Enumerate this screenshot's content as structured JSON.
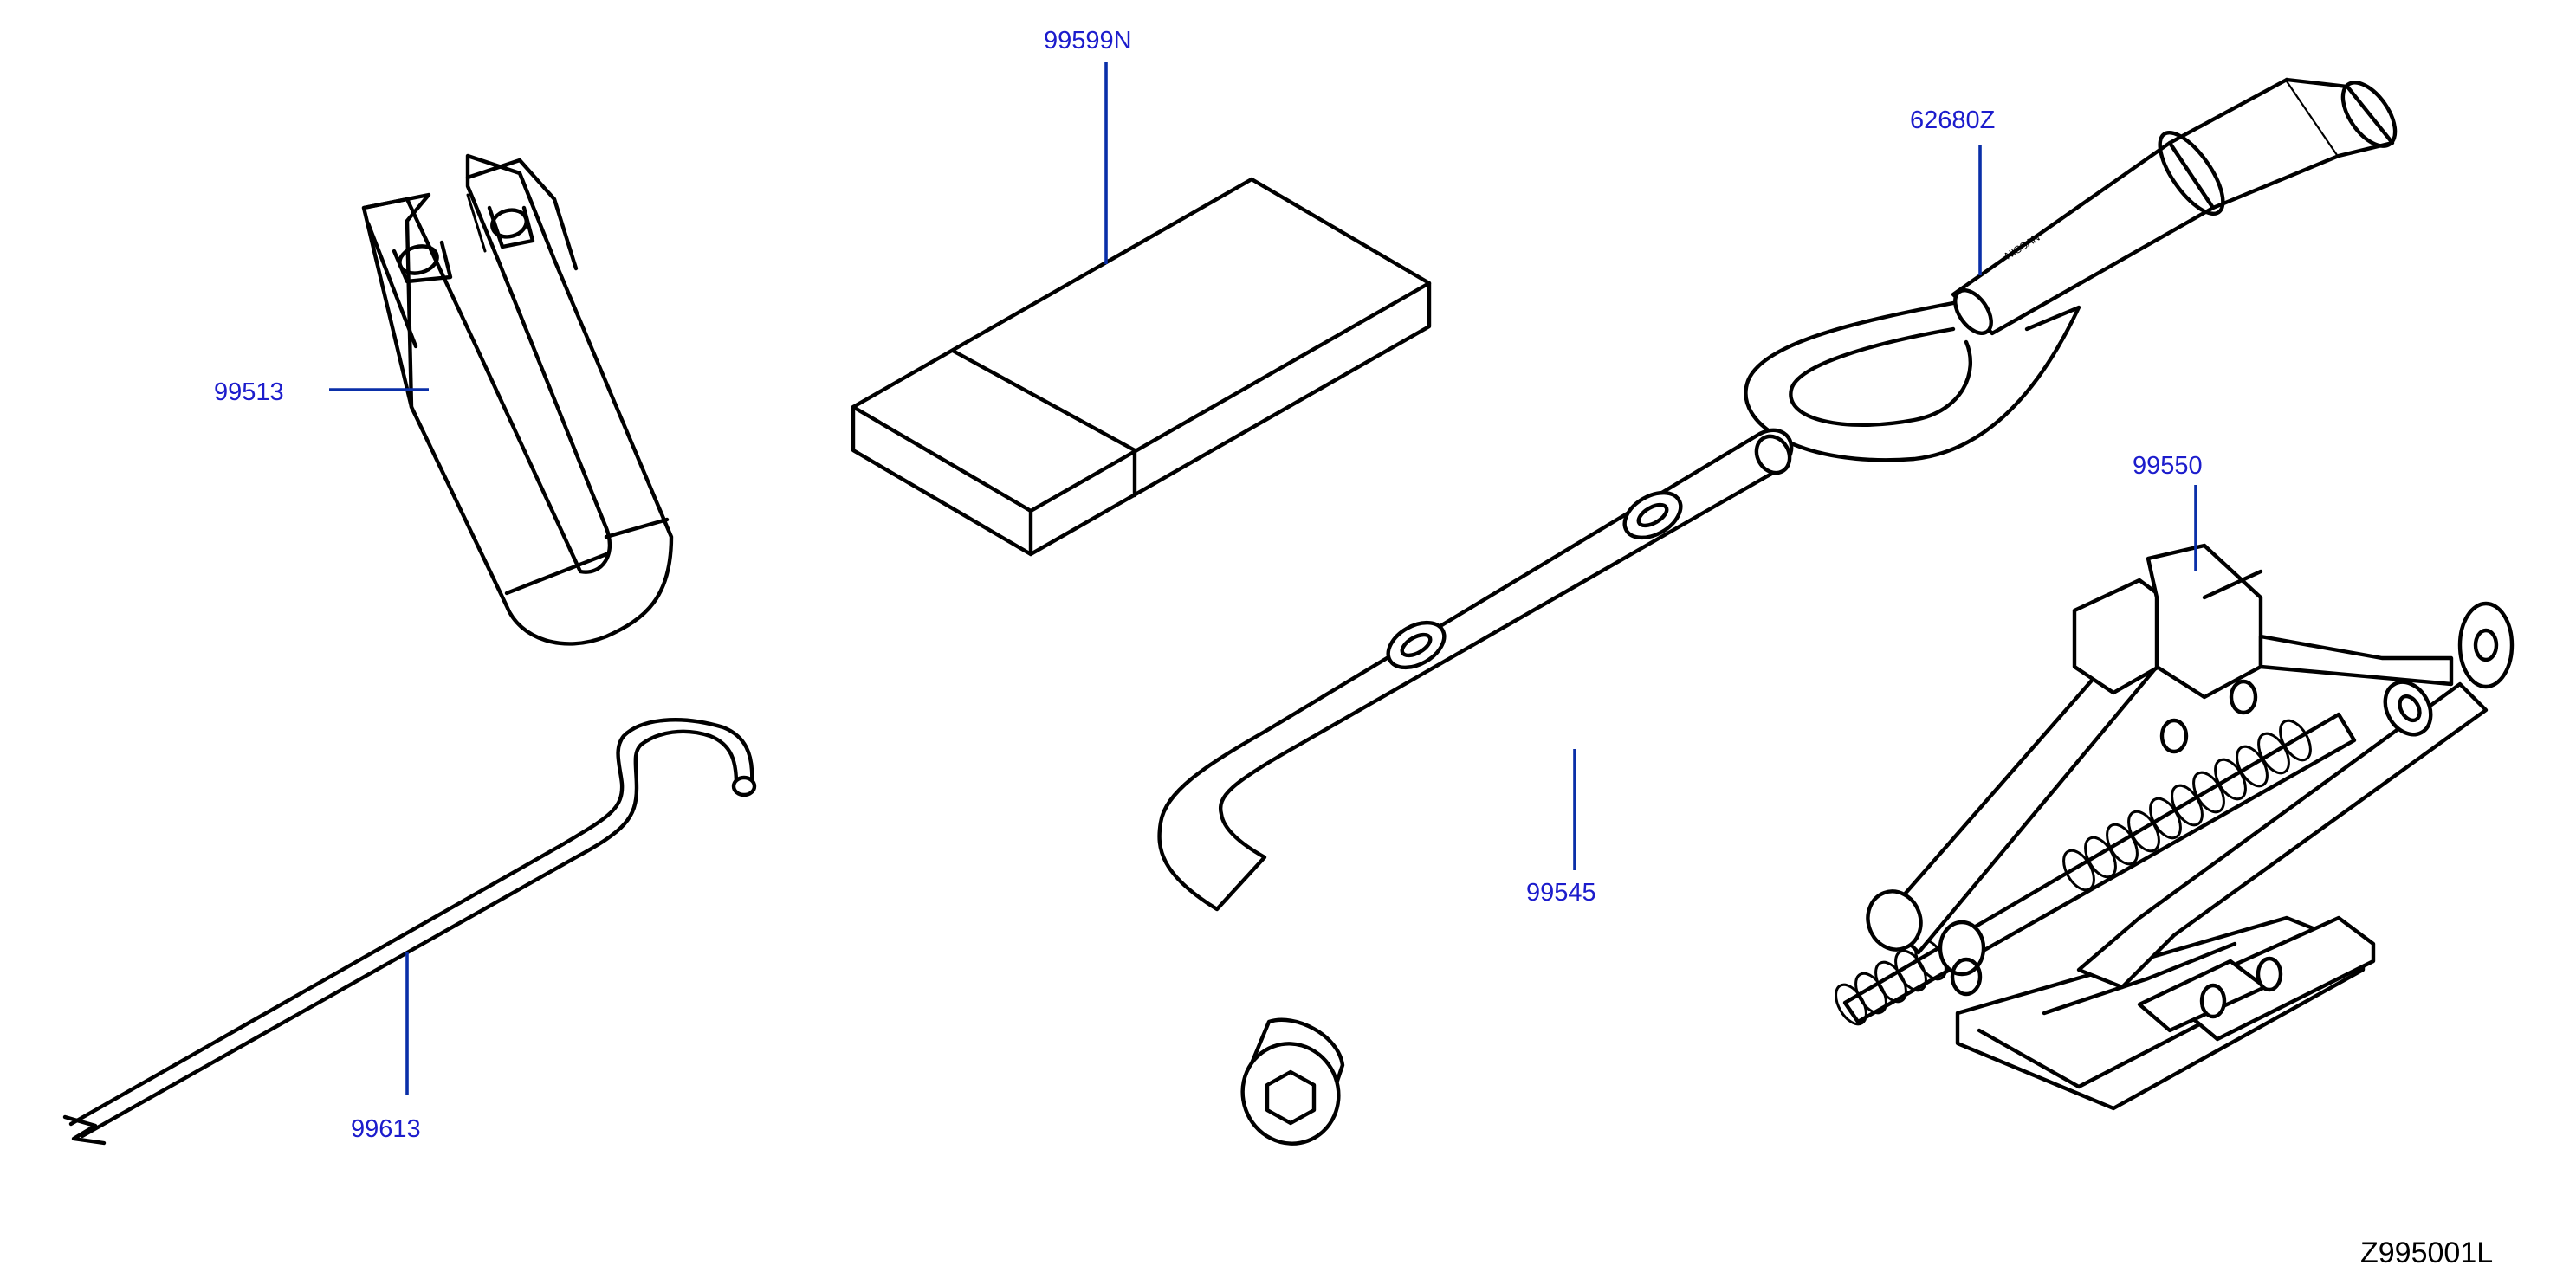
{
  "callouts": {
    "box": "99599N",
    "tow_hook": "62680Z",
    "wrench_holder": "99513",
    "jack": "99550",
    "lug_wrench": "99545",
    "hook_rod": "99613"
  },
  "figure_code": "Z995001L"
}
